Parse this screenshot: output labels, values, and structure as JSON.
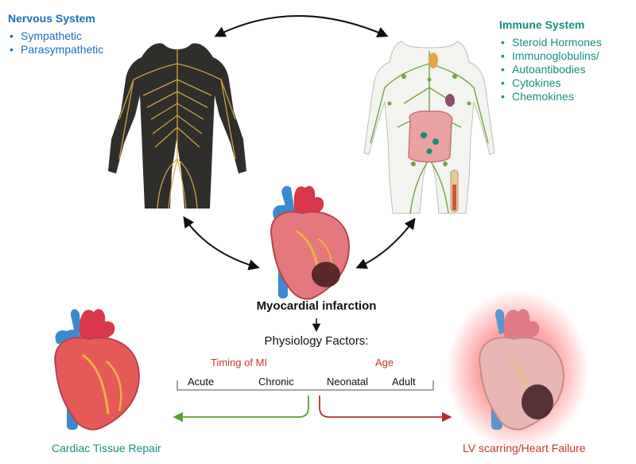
{
  "nervous": {
    "title": "Nervous System",
    "items": [
      "Sympathetic",
      "Parasympathetic"
    ]
  },
  "immune": {
    "title": "Immune System",
    "items": [
      "Steroid Hormones",
      "Immunoglobulins/",
      "Autoantibodies",
      "Cytokines",
      "Chemokines"
    ]
  },
  "center": {
    "mi_label": "Myocardial infarction",
    "physiology_label": "Physiology Factors:"
  },
  "factors": {
    "timing_label": "Timing of MI",
    "age_label": "Age",
    "acute": "Acute",
    "chronic": "Chronic",
    "neonatal": "Neonatal",
    "adult": "Adult"
  },
  "outcomes": {
    "repair": "Cardiac Tissue Repair",
    "failure": "LV scarring/Heart Failure"
  },
  "colors": {
    "blue_text": "#1d6fb8",
    "teal_text": "#15907f",
    "red_text": "#c0392b",
    "green_arrow": "#5aa02c",
    "red_arrow": "#b03030"
  }
}
